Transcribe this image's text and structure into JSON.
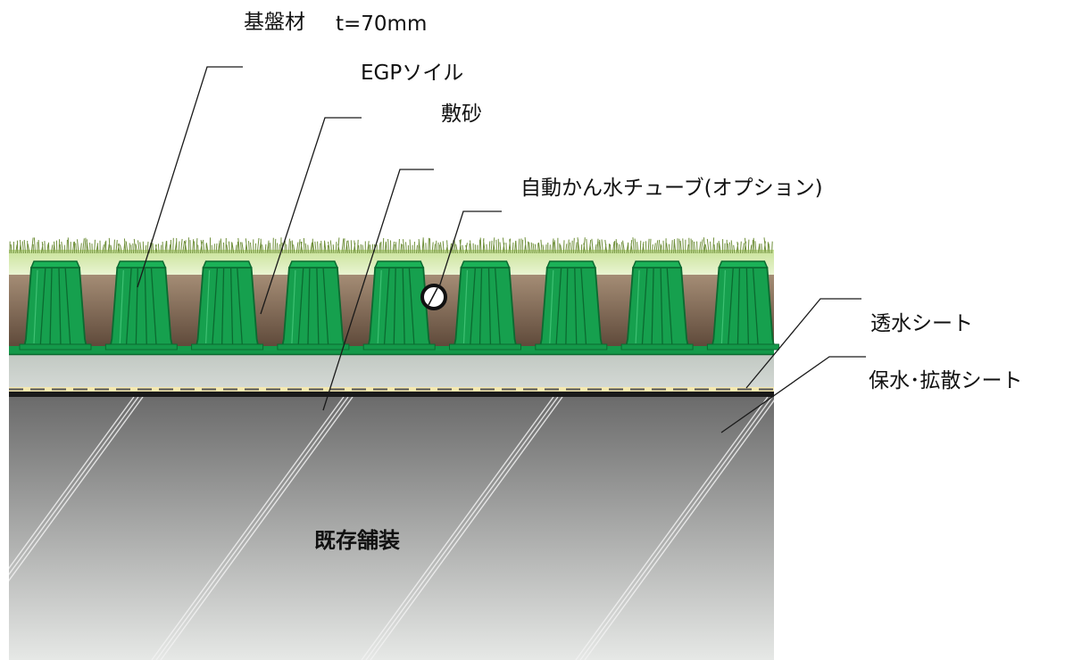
{
  "labels": {
    "base_material": "基盤材",
    "thickness": "t=70mm",
    "egp_soil": "EGPソイル",
    "bedding_sand": "敷砂",
    "irrigation_tube": "自動かん水チューブ(オプション)",
    "permeable_sheet": "透水シート",
    "water_retention_sheet": "保水･拡散シート",
    "existing_pavement": "既存舗装"
  },
  "colors": {
    "grass_light": "#dcedb8",
    "grass_blade": "#6f8f3a",
    "soil_top": "#a89078",
    "soil_bottom": "#5c4738",
    "module_green": "#16a04e",
    "module_dark": "#0b6a30",
    "sand": "#c5ccc6",
    "sheet_yellow": "#f5e9b0",
    "pavement_top": "#6b6b6b",
    "pavement_bottom": "#e6e8e6"
  },
  "module_count": 9
}
